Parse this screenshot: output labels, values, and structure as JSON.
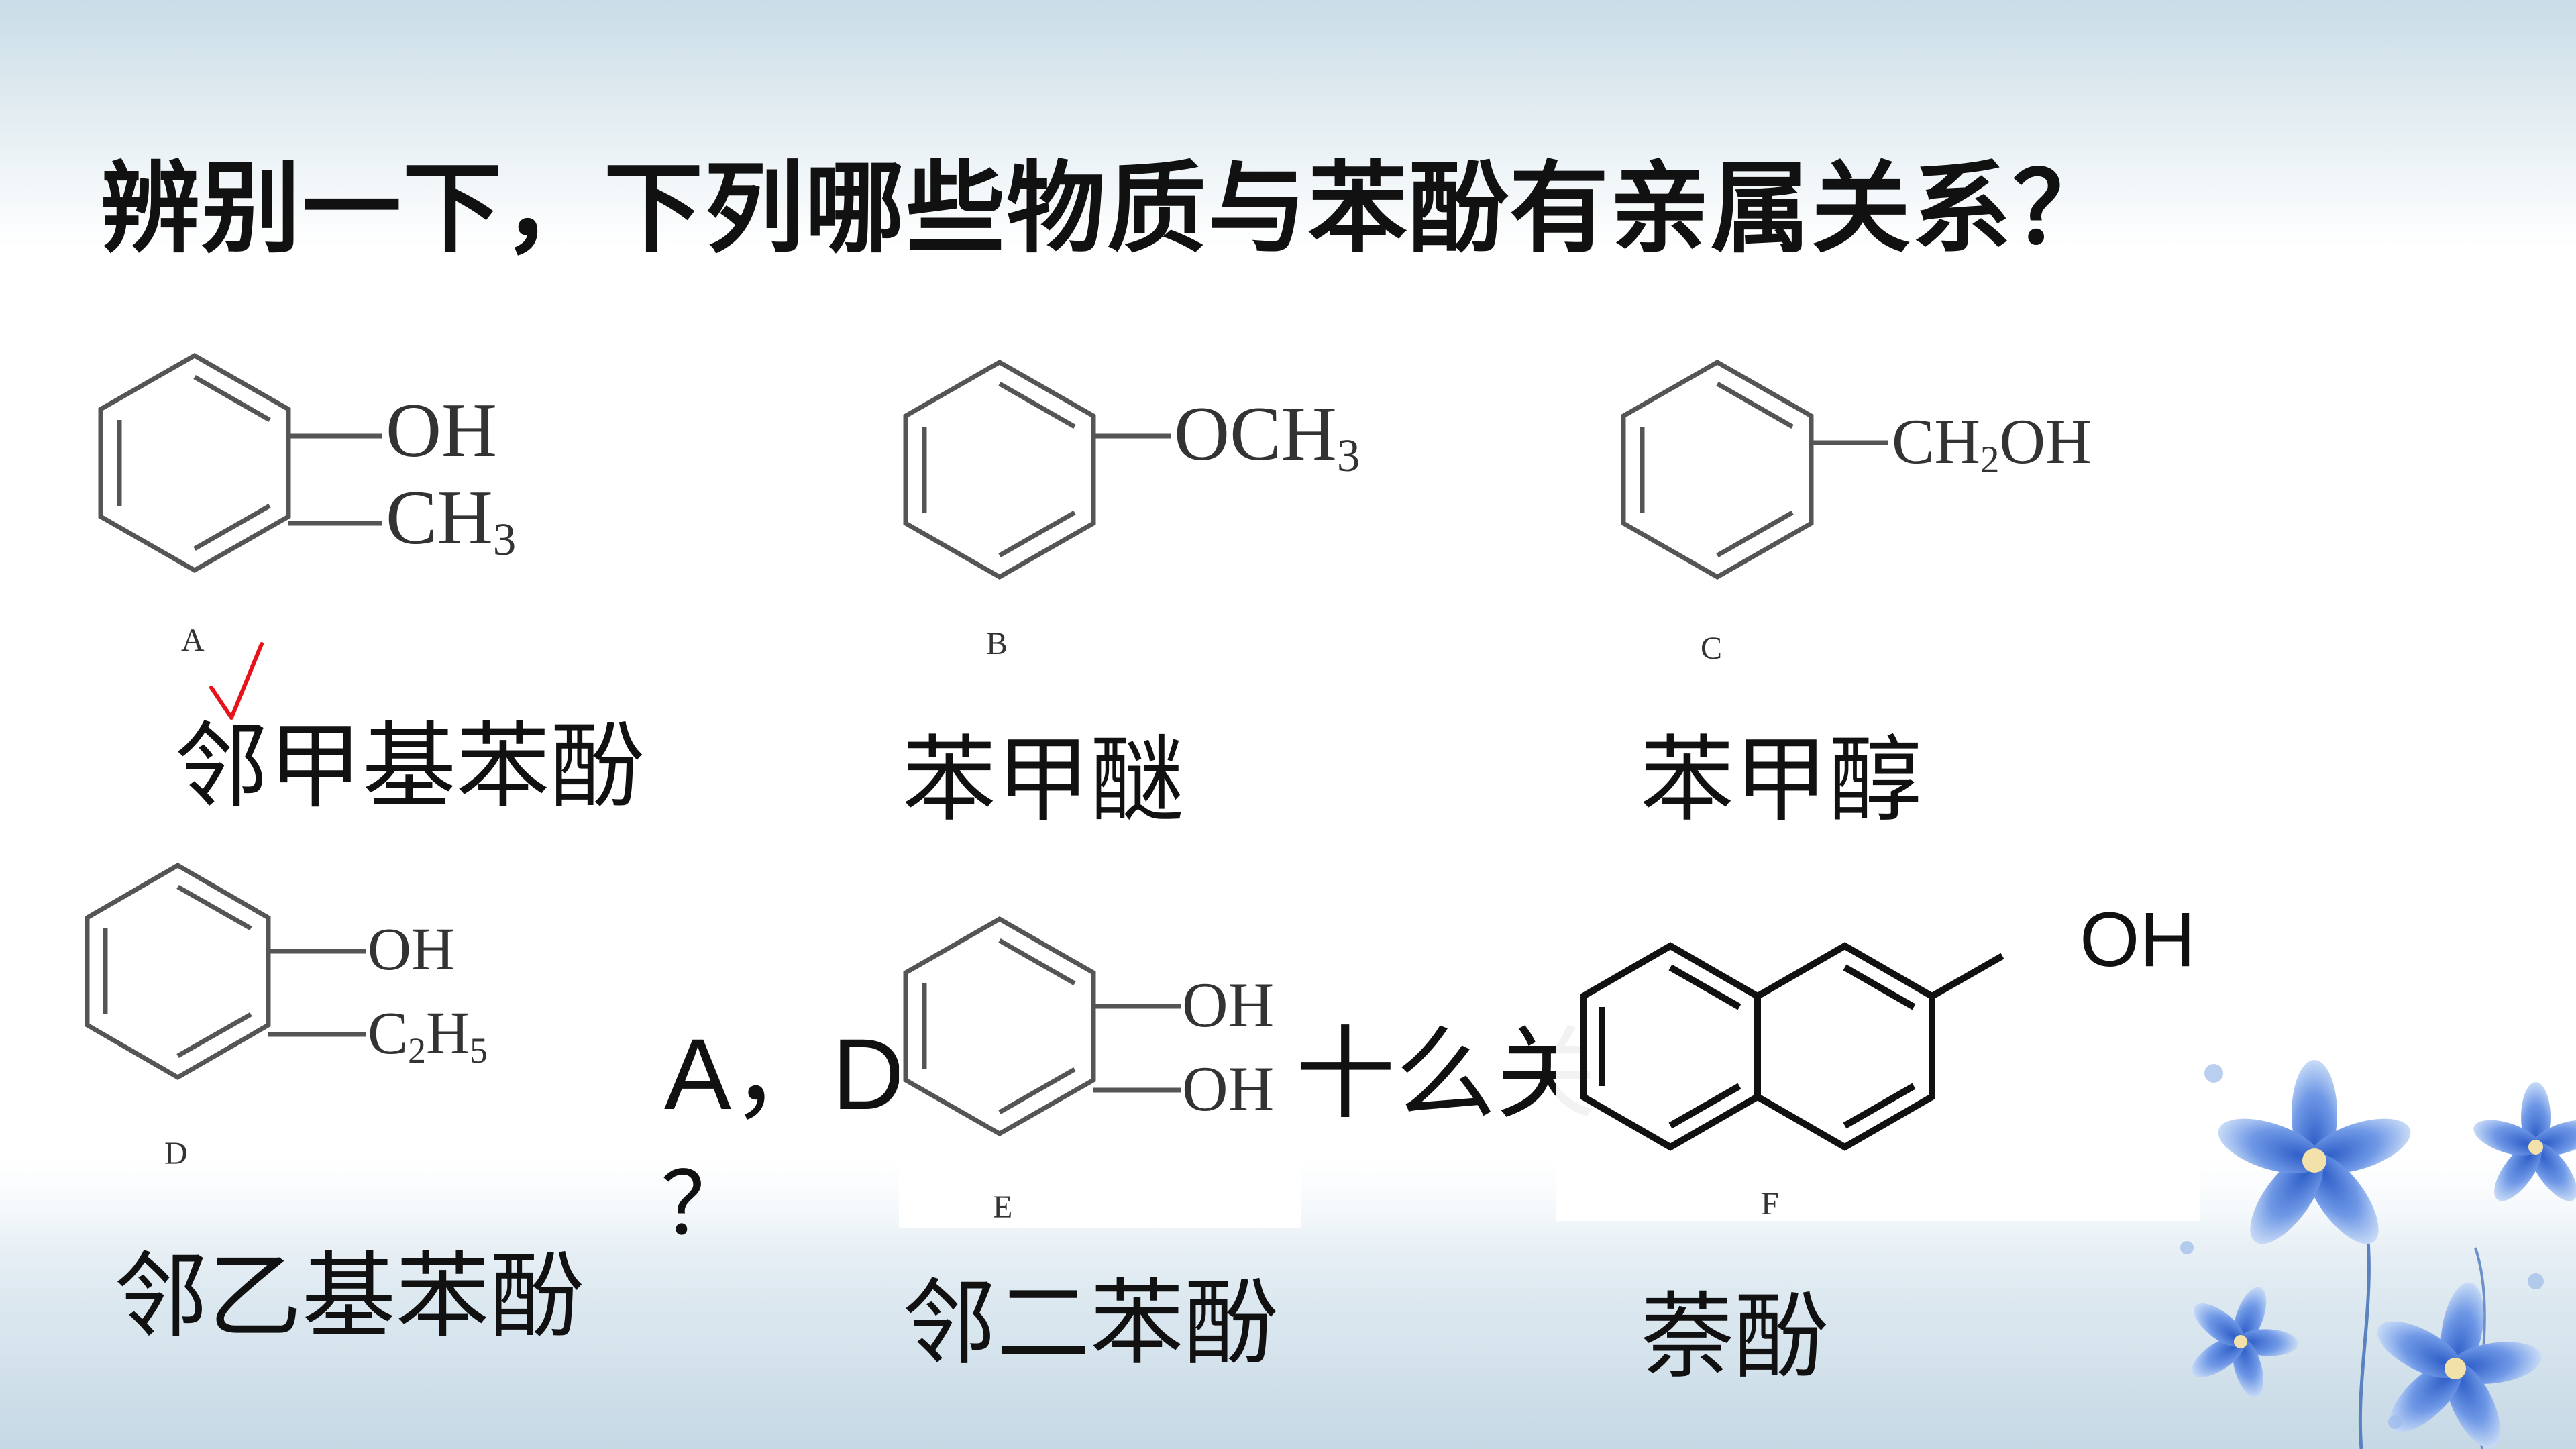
{
  "title": "辨别一下，下列哪些物质与苯酚有亲属关系？",
  "compounds": [
    {
      "letter": "A",
      "groups": [
        "OH",
        "CH3"
      ],
      "name": "邻甲基苯酚"
    },
    {
      "letter": "B",
      "groups": [
        "OCH3"
      ],
      "name": "苯甲醚"
    },
    {
      "letter": "C",
      "groups": [
        "CH2OH"
      ],
      "name": "苯甲醇"
    },
    {
      "letter": "D",
      "groups": [
        "OH",
        "C2H5"
      ],
      "name": "邻乙基苯酚"
    },
    {
      "letter": "E",
      "groups": [
        "OH",
        "OH"
      ],
      "name": "邻二苯酚"
    },
    {
      "letter": "F",
      "groups": [
        "OH"
      ],
      "name": "萘酚"
    }
  ],
  "question": {
    "text": "A，D",
    "tail": "十么关",
    "end": "？"
  },
  "mark": "✓",
  "colors": {
    "check": "#e8131a",
    "text": "#111111",
    "bond": "#555555"
  }
}
